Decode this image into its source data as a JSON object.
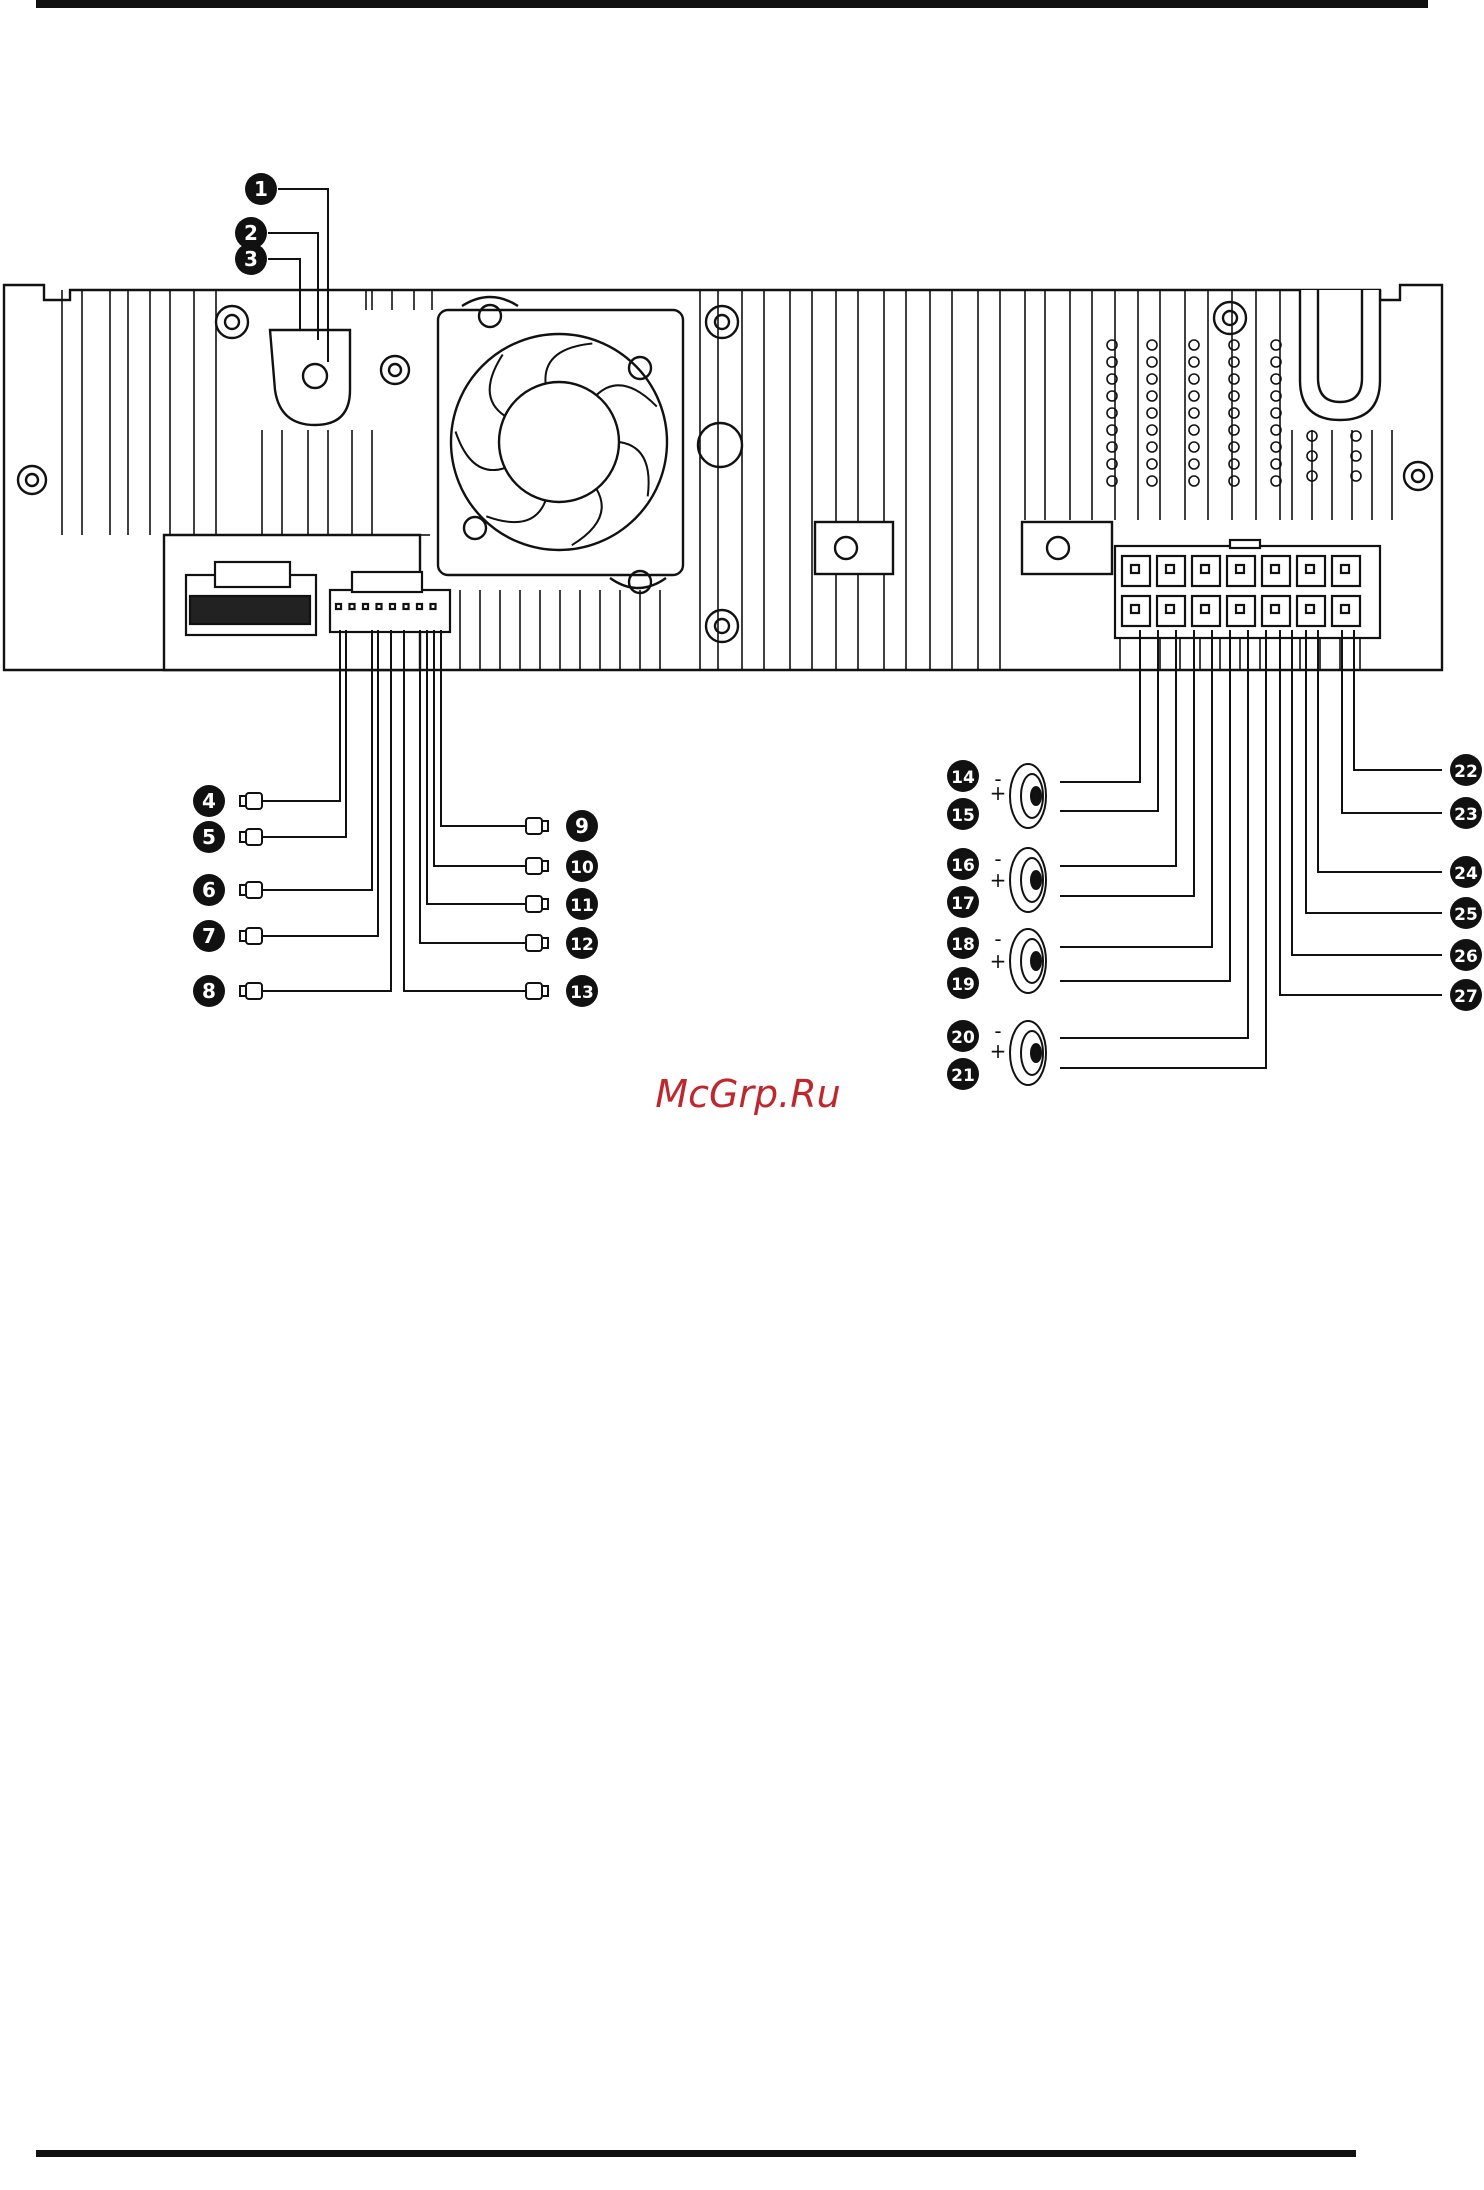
{
  "colors": {
    "ink": "#111111",
    "paper": "#ffffff",
    "watermark": "#c0272d"
  },
  "watermark": "McGrp.Ru",
  "polarity": {
    "minus": "-",
    "plus": "+"
  },
  "callouts": {
    "c1": "1",
    "c2": "2",
    "c3": "3",
    "c4": "4",
    "c5": "5",
    "c6": "6",
    "c7": "7",
    "c8": "8",
    "c9": "9",
    "c10": "10",
    "c11": "11",
    "c12": "12",
    "c13": "13",
    "c14": "14",
    "c15": "15",
    "c16": "16",
    "c17": "17",
    "c18": "18",
    "c19": "19",
    "c20": "20",
    "c21": "21",
    "c22": "22",
    "c23": "23",
    "c24": "24",
    "c25": "25",
    "c26": "26",
    "c27": "27"
  },
  "icons": {
    "rca": "rca-plug-icon",
    "speaker": "speaker-icon",
    "fan": "cooling-fan-icon",
    "connector": "iso-connector-icon"
  }
}
